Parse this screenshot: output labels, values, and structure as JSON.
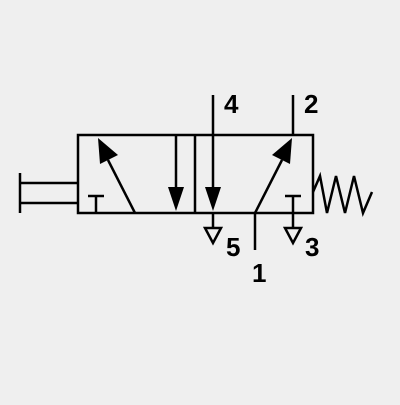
{
  "colors": {
    "background": "#efefef",
    "ink": "#000000"
  },
  "ports": {
    "port_4": "4",
    "port_2": "2",
    "port_5": "5",
    "port_1": "1",
    "port_3": "3"
  }
}
